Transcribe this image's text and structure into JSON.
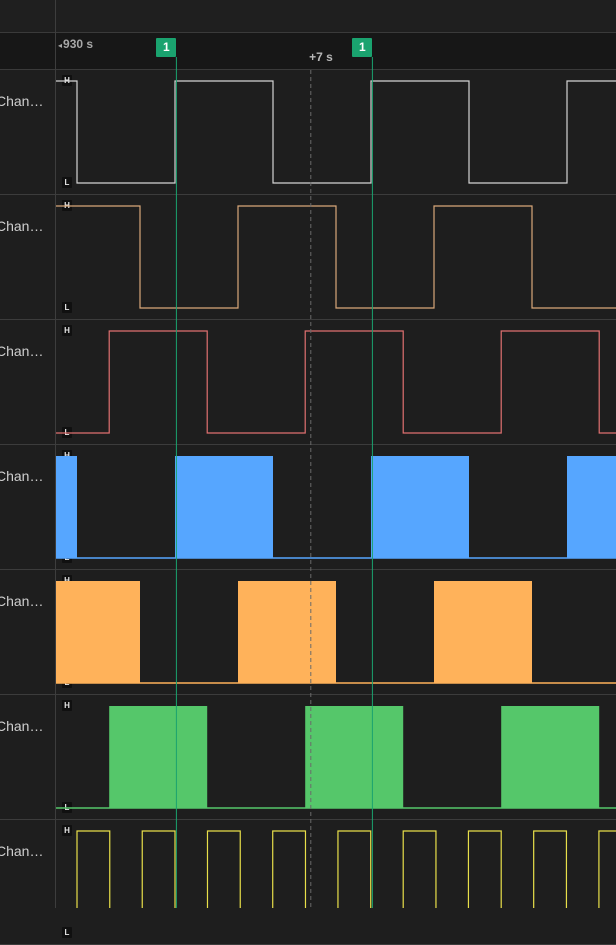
{
  "ruler": {
    "start_time": "930 s",
    "offset_label": "+7 s"
  },
  "markers": [
    {
      "label": "1",
      "color": "#1aa36f"
    },
    {
      "label": "1",
      "color": "#1aa36f"
    }
  ],
  "level_labels": {
    "high": "H",
    "low": "L"
  },
  "channels": [
    {
      "label": "Chan…",
      "color": "#d4d4d4",
      "style": "line",
      "period_s": 7,
      "high_s": 3.5,
      "phase_s": 0.75,
      "initial": "high"
    },
    {
      "label": "Chan…",
      "color": "#d9a87a",
      "style": "line",
      "period_s": 7,
      "high_s": 3.5,
      "phase_s": 3.0,
      "initial": "high"
    },
    {
      "label": "Chan…",
      "color": "#e07070",
      "style": "line",
      "period_s": 7,
      "high_s": 3.5,
      "phase_s": 1.9,
      "initial": "low"
    },
    {
      "label": "Chan…",
      "color": "#56a6ff",
      "style": "filled",
      "period_s": 7,
      "high_s": 3.5,
      "phase_s": 0.75,
      "initial": "high"
    },
    {
      "label": "Chan…",
      "color": "#ffb25a",
      "style": "filled",
      "period_s": 7,
      "high_s": 3.5,
      "phase_s": 3.0,
      "initial": "high"
    },
    {
      "label": "Chan…",
      "color": "#55c76a",
      "style": "filled",
      "period_s": 7,
      "high_s": 3.5,
      "phase_s": 1.9,
      "initial": "low"
    },
    {
      "label": "Chan…",
      "color": "#e8df4a",
      "style": "line",
      "period_s": 2.33,
      "high_s": 1.17,
      "phase_s": 0.75,
      "initial": "low"
    }
  ],
  "marker_times_s": [
    4.3,
    11.3
  ],
  "cursor_time_s": 9.1,
  "visible_span_s": 20.0
}
